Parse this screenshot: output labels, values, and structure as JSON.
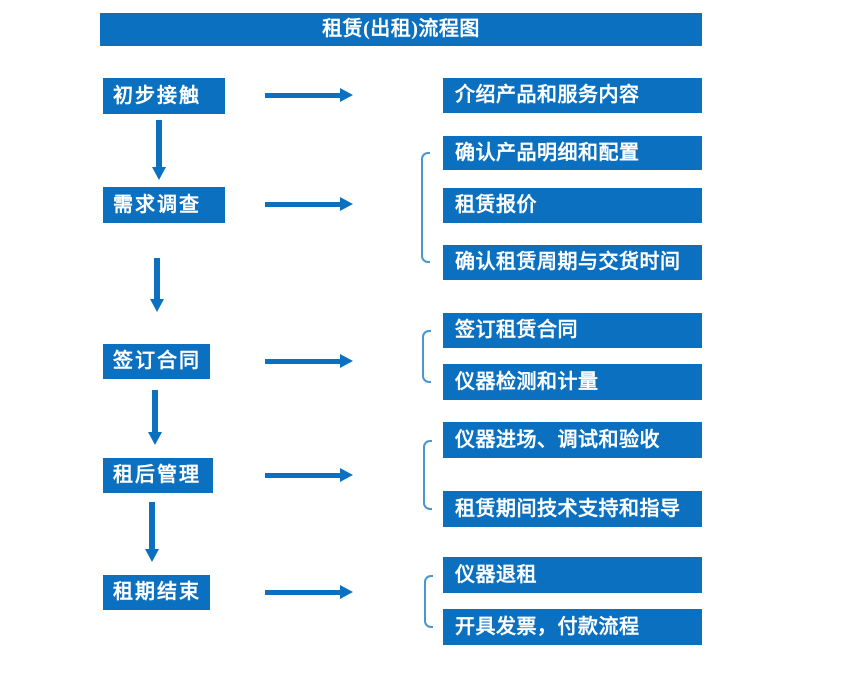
{
  "title": "租赁(出租)流程图",
  "diagram_type": "flowchart",
  "colors": {
    "box_blue": "#0b70c0",
    "bracket_blue": "#4a96d2",
    "text_white": "#ffffff",
    "background": "#ffffff"
  },
  "steps": [
    {
      "label": "初步接触",
      "items": [
        "介绍产品和服务内容"
      ]
    },
    {
      "label": "需求调查",
      "items": [
        "确认产品明细和配置",
        "租赁报价",
        "确认租赁周期与交货时间"
      ]
    },
    {
      "label": "签订合同",
      "items": [
        "签订租赁合同",
        "仪器检测和计量"
      ]
    },
    {
      "label": "租后管理",
      "items": [
        "仪器进场、调试和验收",
        "租赁期间技术支持和指导"
      ]
    },
    {
      "label": "租期结束",
      "items": [
        "仪器退租",
        "开具发票，付款流程"
      ]
    }
  ]
}
